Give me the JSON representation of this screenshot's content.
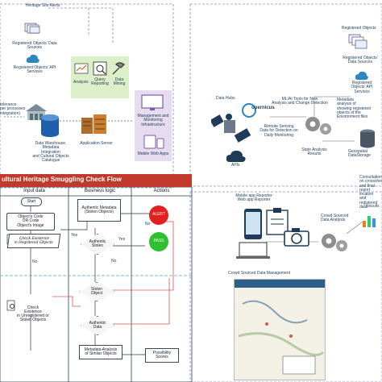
{
  "top_left": {
    "heritage_alerts": "Heritage Site Alerts",
    "registered_data_sources": "Registered Objects' Data Sources",
    "registered_api_services": "Registered Objects' API Services",
    "tolerance_text": "tolerance\nper processes\nintegration)",
    "warehouse_label": "Data Warehouse,\nMetadata\nIntegration\nand Cultural Objects\nCatalogue",
    "app_server_label": "Application Server",
    "analysis_label": "Analysis",
    "query_label": "Query\nReporting",
    "mining_label": "Data\nMining",
    "management_label": "Management and\nMonitoring\nInfrastructure",
    "mobile_label": "Mobile Web Apps"
  },
  "right": {
    "data_hubs": "Data Hubs",
    "copernicus": "opernicus",
    "apis": "APIs",
    "remote_sensing": "Remote Sensing\nData for Detection on\nDaily Monitoring",
    "tools_label": "ML/AI Tools for New\nAnalysis and Change Detection",
    "registered_objects": "Registered Objects",
    "registered_data_sources": "Registered Objects'\nData Sources",
    "registered_api_services": "Registered\nObjects' API\nServices",
    "metadata_label": "Metadata\nanalysis of\nshowing registered\nobjects of the\nEnvironment files",
    "state_analysis": "State Analysis\nResults",
    "geospatial": "Geospatial\nDataStorage",
    "consultation": "Consultation\non crosscheck\nand final\nreport\nlocation\nand\nregistered\ndata",
    "mobile_reporter": "Mobile app Reporter\nWeb app Reporter",
    "crowd_analysis": "Crowd Sourced\nData Analysis",
    "crowd_management": "Crowd Sourced Data Management",
    "results": "Results"
  },
  "flow": {
    "title": "ultural Heritage Smuggling Check Flow",
    "col_input": "Input data",
    "col_logic": "Business logic",
    "col_actions": "Actions",
    "start": "Start",
    "object_code": "Object's Code\nOR Code\nObject's Image",
    "check_existence": "Check Existence\nin Registered Objects",
    "authentic_metadata": "Authentic Metadata\n(Stolen Objects)",
    "authentic_stolen": "Authentic\nStolen",
    "alert": "ALERT",
    "pass": "PASS",
    "yes": "Yes",
    "no": "No",
    "stolen_object": "Stolen\nObject",
    "check_existence_stolen": "Check\nExistence\nin Unregistered or\nStolen Objects",
    "authentic_data": "Authentic\nData",
    "metadata_similar": "Metadata Analysis\nof Similar Objects",
    "possibility_scores": "Possibility\nScores"
  },
  "colors": {
    "dash": "#7a7ac0",
    "flow_header_bg": "#c0392b",
    "alert": "#e32020",
    "pass": "#2ec02e",
    "arrow_red": "#d9534f"
  }
}
